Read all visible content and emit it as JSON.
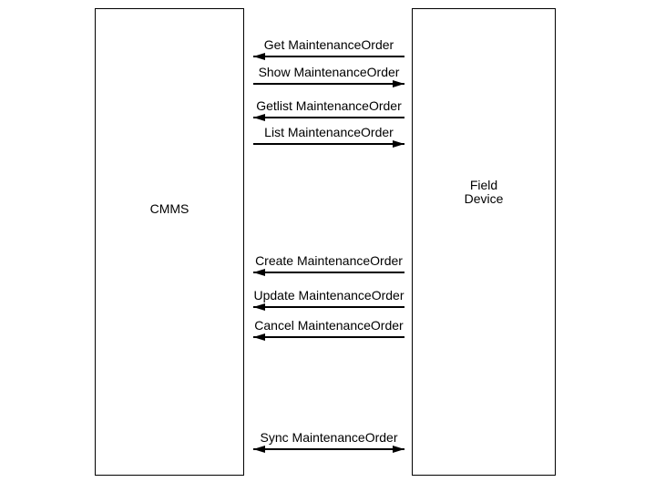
{
  "diagram": {
    "type": "message-exchange-diagram",
    "colors": {
      "background": "#ffffff",
      "line": "#000000",
      "text": "#000000"
    },
    "actors": [
      {
        "id": "cmms",
        "label_lines": [
          "CMMS"
        ]
      },
      {
        "id": "field-device",
        "label_lines": [
          "Field",
          "Device"
        ]
      }
    ],
    "messages": [
      {
        "label": "Get MaintenanceOrder",
        "direction": "left"
      },
      {
        "label": "Show MaintenanceOrder",
        "direction": "right"
      },
      {
        "label": "Getlist MaintenanceOrder",
        "direction": "left"
      },
      {
        "label": "List MaintenanceOrder",
        "direction": "right"
      },
      {
        "label": "Create MaintenanceOrder",
        "direction": "left"
      },
      {
        "label": "Update MaintenanceOrder",
        "direction": "left"
      },
      {
        "label": "Cancel MaintenanceOrder",
        "direction": "left"
      },
      {
        "label": "Sync MaintenanceOrder",
        "direction": "both"
      }
    ]
  }
}
